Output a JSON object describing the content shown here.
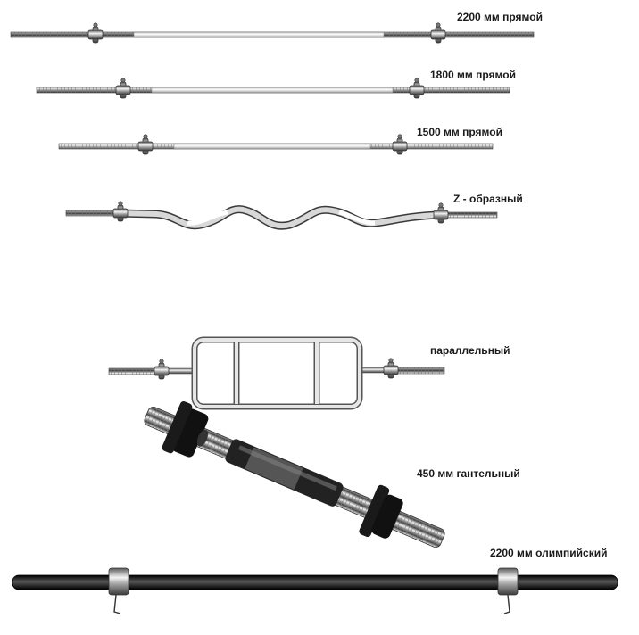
{
  "bars": [
    {
      "label": "2200 мм прямой"
    },
    {
      "label": "1800 мм прямой"
    },
    {
      "label": "1500 мм прямой"
    },
    {
      "label": "Z - образный"
    },
    {
      "label": "параллельный"
    },
    {
      "label": "450 мм гантельный"
    },
    {
      "label": "2200 мм олимпийский"
    }
  ],
  "colors": {
    "chrome_light": "#e8e8e8",
    "chrome_mid": "#9a9a9a",
    "chrome_dark": "#4a4a4a",
    "grip": "#f2f2f2",
    "black_bar": "#1c1c1c"
  }
}
